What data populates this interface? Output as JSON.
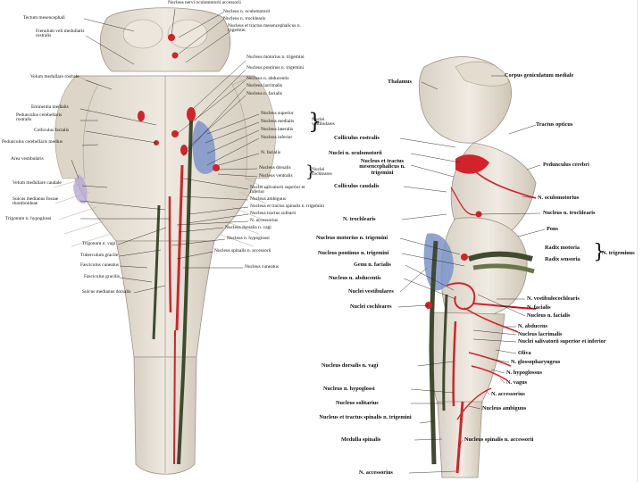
{
  "left_figure": {
    "labels": [
      "Nucleus nervi oculomotorii accessorii",
      "Nucleus n. oculomotorii",
      "Tectum mesencephali",
      "Nucleus n. trochlearis",
      "Frenulum veli medullaris rostralis",
      "Nucleus et tractus mesencephalicus n. trigemini",
      "Nucleus motorius n. trigemini",
      "Velum medullare rostrale",
      "Nucleus pontinus n. trigemini",
      "Nucleus n. abducentis",
      "Eminentia medialis",
      "Nucleus lacrimalis",
      "Pedunculus cerebellaris rostralis",
      "Nucleus n. facialis",
      "Nucleus superior",
      "Nucleus medialis",
      "Colliculus facialis",
      "Nucleus lateralis",
      "Pedunculus cerebellaris medius",
      "Nucleus inferior",
      "Area vestibularis",
      "N. facialis",
      "Nucleus dorsalis",
      "Nucleus ventralis",
      "Velum medullare caudale",
      "Nuclei salivatorii superior et inferior",
      "Sulcus medianus fossae rhomboideae",
      "Nucleus ambiguus",
      "Nucleus et tractus spinalis n. trigemini",
      "Nucleus tractus solitarii",
      "Trigonum n. hypoglossi",
      "N. accessorius",
      "Nucleus dorsalis n. vagi",
      "Trigonum n. vagi",
      "Nucleus n. hypoglossi",
      "Tuberculum gracile",
      "Nucleus spinalis n. accessorii",
      "Fasciculus cuneatus",
      "Nucleus cuneatus",
      "Fasciculus gracilis",
      "Sulcus medianus dorsalis"
    ],
    "group_labels": {
      "vestibular": "Nuclei vestibulares",
      "cochlear": "Nuclei cochleares"
    }
  },
  "right_figure": {
    "labels": [
      "Thalamus",
      "Corpus geniculatum mediale",
      "Tractus opticus",
      "Colliculus rostralis",
      "Nuclei n. oculomotorii",
      "Nucleus et tractus mesencephalicus n. trigemini",
      "Pedunculus cerebri",
      "Colliculus caudalis",
      "N. oculomotorius",
      "N. trochlearis",
      "Nucleus n. trochlearis",
      "Pons",
      "Nucleus motorius n. trigemini",
      "Radix motoria",
      "Nucleus pontinus n. trigemini",
      "Radix sensoria",
      "Genu n. facialis",
      "Nucleus n. abducentis",
      "Nuclei vestibulares",
      "N. vestibulocochlearis",
      "Nuclei cochleares",
      "N. facialis",
      "Nucleus n. facialis",
      "N. abducens",
      "Nucleus lacrimalis",
      "Nuclei salivatorii superior et inferior",
      "Oliva",
      "N. glossopharyngeus",
      "Nucleus dorsalis n. vagi",
      "N. hypoglossus",
      "N. vagus",
      "Nucleus n. hypoglossi",
      "N. accessorius",
      "Nucleus solitarius",
      "Nucleus ambiguus",
      "Nucleus et tractus spinalis n. trigemini",
      "Medulla spinalis",
      "Nucleus spinalis n. accessorii",
      "N. accessorius"
    ],
    "group_label": "N. trigeminus"
  },
  "colors": {
    "tissue": "#e7e1d6",
    "tissue_shade": "#c8bfae",
    "motor_nucleus": "#d2232a",
    "sensory_nucleus": "#7c93c9",
    "tract": "#3f4a2f",
    "leader_line": "#222222"
  }
}
